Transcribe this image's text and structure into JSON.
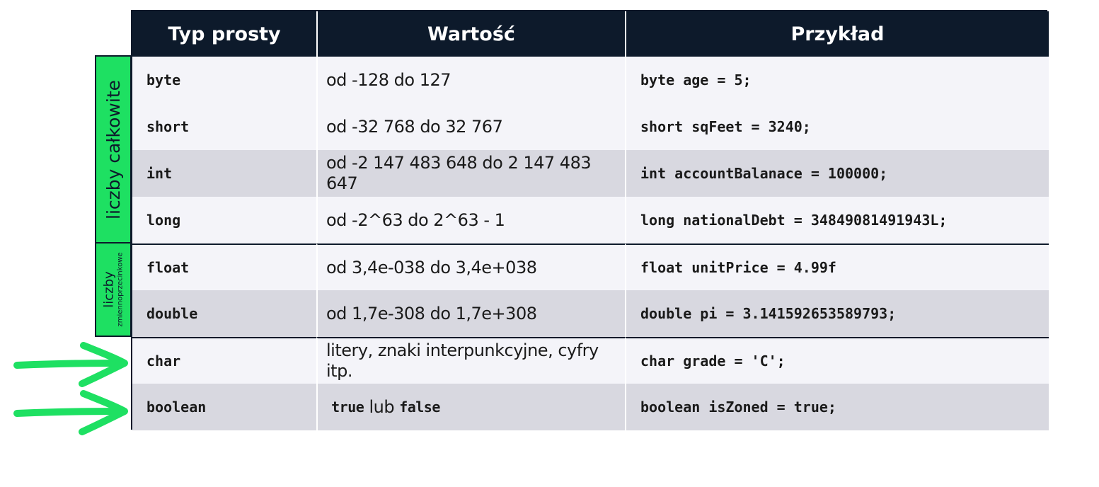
{
  "headers": [
    "Typ prosty",
    "Wartość",
    "Przykład"
  ],
  "rows": [
    {
      "type": "byte",
      "value": "od -128 do 127",
      "example": "byte age = 5;"
    },
    {
      "type": "short",
      "value": "od -32 768 do 32 767",
      "example": "short sqFeet = 3240;"
    },
    {
      "type": "int",
      "value": "od -2 147 483 648 do 2 147 483 647",
      "example": "int accountBalanace = 100000;"
    },
    {
      "type": "long",
      "value": "od -2^63 do 2^63 - 1",
      "example": "long nationalDebt = 34849081491943L;"
    },
    {
      "type": "float",
      "value": "od 3,4e-038 do 3,4e+038",
      "example": "float unitPrice = 4.99f"
    },
    {
      "type": "double",
      "value": "od 1,7e-308 do 1,7e+308",
      "example": "double pi = 3.141592653589793;"
    },
    {
      "type": "char",
      "value": "litery, znaki interpunkcyjne, cyfry itp.",
      "example": "char grade = 'C';"
    },
    {
      "type": "boolean",
      "value_parts": [
        "true",
        " lub ",
        "false"
      ],
      "example": "boolean isZoned = true;"
    }
  ],
  "groups": {
    "integers": "liczby całkowite",
    "floating_line1": "liczby",
    "floating_line2": "zmiennoprzecinkowe"
  },
  "colors": {
    "header_bg": "#0d1a2b",
    "accent_green": "#1ee062",
    "row_light": "#f4f4f9",
    "row_dark": "#d8d8e0"
  },
  "icons": [
    "arrow-right-icon",
    "arrow-right-icon"
  ]
}
